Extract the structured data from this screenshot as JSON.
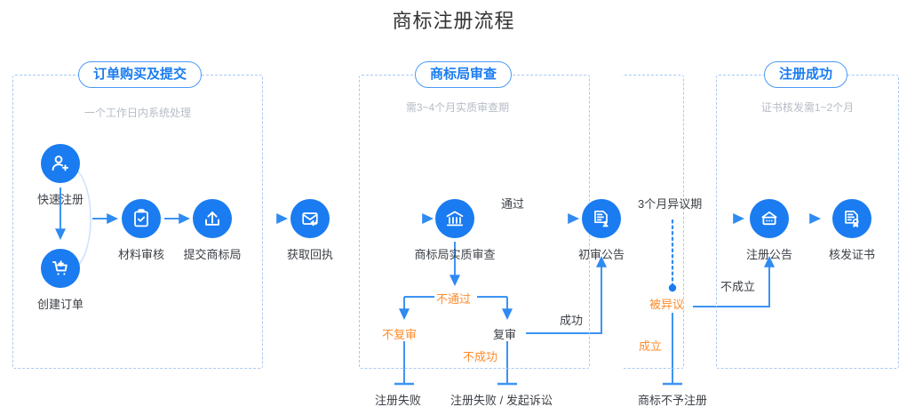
{
  "title": "商标注册流程",
  "colors": {
    "brand_blue": "#1a7cf0",
    "line_blue": "#3d93f5",
    "orange": "#ff8c2b",
    "dashed_border": "#a8c9f5",
    "text_dark": "#3b3f45",
    "subtitle_gray": "#b6bcc6"
  },
  "phases": [
    {
      "id": "phase-order",
      "title": "订单购买及提交",
      "subtitle": "一个工作日内系统处理"
    },
    {
      "id": "phase-review",
      "title": "商标局审查",
      "subtitle": "需3~4个月实质审查期"
    },
    {
      "id": "phase-success",
      "title": "注册成功",
      "subtitle": "证书核发需1~2个月"
    }
  ],
  "nodes": [
    {
      "id": "quick-register",
      "label": "快速注册",
      "icon": "user-add-icon"
    },
    {
      "id": "create-order",
      "label": "创建订单",
      "icon": "shopping-cart-icon"
    },
    {
      "id": "material-review",
      "label": "材料审核",
      "icon": "clipboard-check-icon"
    },
    {
      "id": "submit-office",
      "label": "提交商标局",
      "icon": "upload-icon"
    },
    {
      "id": "get-receipt",
      "label": "获取回执",
      "icon": "envelope-reply-icon"
    },
    {
      "id": "substantive-exam",
      "label": "商标局实质审查",
      "icon": "bank-icon"
    },
    {
      "id": "first-notice",
      "label": "初审公告",
      "icon": "document-user-icon"
    },
    {
      "id": "register-notice",
      "label": "注册公告",
      "icon": "announcement-icon"
    },
    {
      "id": "issue-cert",
      "label": "核发证书",
      "icon": "certificate-icon"
    }
  ],
  "edge_labels": [
    {
      "id": "fail-exam",
      "text": "不通过",
      "tone": "orange"
    },
    {
      "id": "no-reexam",
      "text": "不复审",
      "tone": "orange"
    },
    {
      "id": "reexam",
      "text": "复审",
      "tone": "dark"
    },
    {
      "id": "reexam-fail",
      "text": "不成功",
      "tone": "orange"
    },
    {
      "id": "reexam-success",
      "text": "成功",
      "tone": "dark"
    },
    {
      "id": "pass-exam",
      "text": "通过",
      "tone": "dark"
    },
    {
      "id": "objection-period",
      "text": "3个月异议期",
      "tone": "dark"
    },
    {
      "id": "objected",
      "text": "被异议",
      "tone": "orange"
    },
    {
      "id": "objection-invalid",
      "text": "不成立",
      "tone": "dark"
    },
    {
      "id": "objection-valid",
      "text": "成立",
      "tone": "orange"
    }
  ],
  "terminals": [
    {
      "id": "reg-fail",
      "text": "注册失败"
    },
    {
      "id": "reg-fail-sue",
      "text": "注册失败 / 发起诉讼"
    },
    {
      "id": "trademark-denied",
      "text": "商标不予注册"
    }
  ]
}
